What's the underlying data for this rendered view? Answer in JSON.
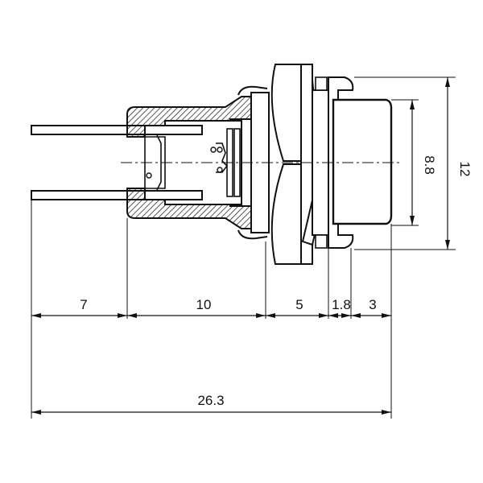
{
  "dimensions": {
    "d1": "7",
    "d2": "10",
    "d3": "5",
    "d4": "1.8",
    "d5": "3",
    "total": "26.3",
    "inner_height": "8.8",
    "outer_height": "12"
  },
  "colors": {
    "ink": "#111111",
    "paper": "#ffffff"
  }
}
